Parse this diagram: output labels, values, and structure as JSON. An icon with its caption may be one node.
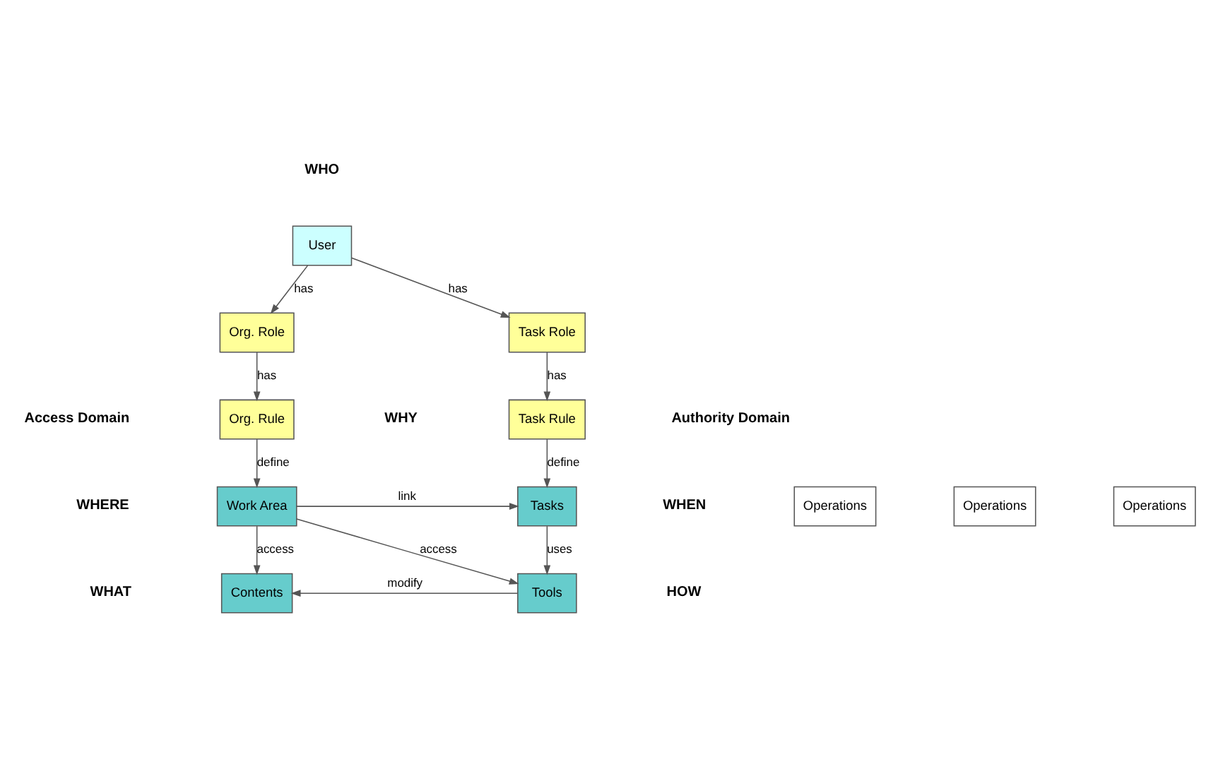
{
  "diagram": {
    "nodes": [
      {
        "text": [
          "User"
        ]
      },
      {
        "text": [
          "Org. Role"
        ]
      },
      {
        "text": [
          "Task Role"
        ]
      },
      {
        "text": [
          "Org. Rule"
        ]
      },
      {
        "text": [
          "Task Rule"
        ]
      },
      {
        "text": [
          "Work Area"
        ]
      },
      {
        "text": [
          "Tasks"
        ]
      },
      {
        "text": [
          "Contents"
        ]
      },
      {
        "text": [
          "Tools"
        ]
      },
      {
        "text": [
          "Operations"
        ]
      },
      {
        "text": [
          "Operations"
        ]
      },
      {
        "text": [
          "Operations"
        ]
      }
    ],
    "edges": [
      {
        "from": 0,
        "to": 1,
        "arrow": "to",
        "label": "has"
      },
      {
        "from": 0,
        "to": 2,
        "arrow": "to",
        "label": "has"
      },
      {
        "from": 1,
        "to": 3,
        "arrow": "to",
        "label": "has"
      },
      {
        "from": 2,
        "to": 4,
        "arrow": "to",
        "label": "has"
      },
      {
        "from": 3,
        "to": 5,
        "arrow": "to",
        "label": "define"
      },
      {
        "from": 4,
        "to": 6,
        "arrow": "to",
        "label": "define"
      },
      {
        "from": 5,
        "to": 6,
        "arrow": "to",
        "label": "link"
      },
      {
        "from": 5,
        "to": 7,
        "arrow": "to",
        "label": "access"
      },
      {
        "from": 5,
        "to": 8,
        "arrow": "to",
        "label": "access"
      },
      {
        "from": 6,
        "to": 8,
        "arrow": "to",
        "label": "uses"
      },
      {
        "from": 8,
        "to": 7,
        "arrow": "to",
        "label": "modify"
      }
    ],
    "labels": [
      "WHO",
      "Access Domain",
      "WHY",
      "Authority Domain",
      "WHERE",
      "WHEN",
      "WHAT",
      "HOW"
    ]
  }
}
